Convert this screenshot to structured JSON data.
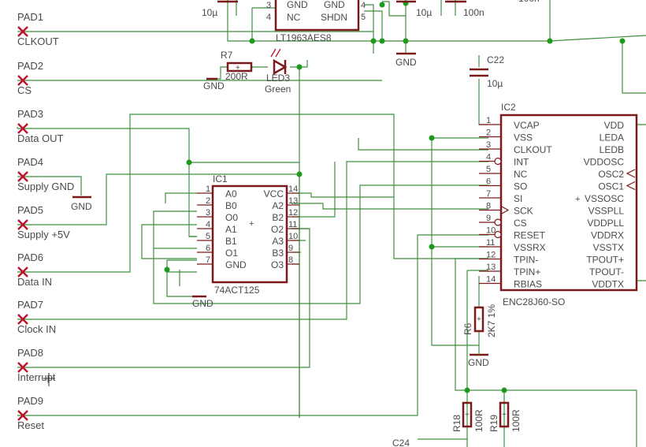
{
  "pads": [
    {
      "name": "PAD1",
      "label": "CLKOUT"
    },
    {
      "name": "PAD2",
      "label": "CS"
    },
    {
      "name": "PAD3",
      "label": "Data OUT"
    },
    {
      "name": "PAD4",
      "label": "Supply GND"
    },
    {
      "name": "PAD5",
      "label": "Supply +5V"
    },
    {
      "name": "PAD6",
      "label": "Data IN"
    },
    {
      "name": "PAD7",
      "label": "Clock IN"
    },
    {
      "name": "PAD8",
      "label": "Interrupt"
    },
    {
      "name": "PAD9",
      "label": "Reset"
    }
  ],
  "top": {
    "cap_left_value": "10µ",
    "reg_pins": [
      "3",
      "4"
    ],
    "reg_pins_right": [
      "4",
      "5"
    ],
    "reg_labels": [
      "GND",
      "NC",
      "GND",
      "SHDN"
    ],
    "reg_name": "LT1963AES8",
    "cap_mid_value": "10µ",
    "cap_right_value": "100n",
    "gnd": "GND",
    "top_value": "100n"
  },
  "r7": {
    "name": "R7",
    "value": "200R",
    "gnd": "GND"
  },
  "led3": {
    "name": "LED3",
    "color": "Green"
  },
  "c22": {
    "name": "C22",
    "value": "10µ"
  },
  "ic1": {
    "ref": "IC1",
    "part": "74ACT125",
    "gnd": "GND",
    "left_pins": [
      {
        "num": "1",
        "label": "A0"
      },
      {
        "num": "2",
        "label": "B0"
      },
      {
        "num": "3",
        "label": "O0"
      },
      {
        "num": "4",
        "label": "A1"
      },
      {
        "num": "5",
        "label": "B1"
      },
      {
        "num": "6",
        "label": "O1"
      },
      {
        "num": "7",
        "label": "GND"
      }
    ],
    "right_pins": [
      {
        "num": "14",
        "label": "VCC"
      },
      {
        "num": "13",
        "label": "A2"
      },
      {
        "num": "12",
        "label": "B2"
      },
      {
        "num": "11",
        "label": "O2"
      },
      {
        "num": "10",
        "label": "A3"
      },
      {
        "num": "9",
        "label": "B3"
      },
      {
        "num": "8",
        "label": "O3"
      }
    ]
  },
  "ic2": {
    "ref": "IC2",
    "part": "ENC28J60-SO",
    "left_pins": [
      {
        "num": "1",
        "label": "VCAP"
      },
      {
        "num": "2",
        "label": "VSS"
      },
      {
        "num": "3",
        "label": "CLKOUT"
      },
      {
        "num": "4",
        "label": "INT"
      },
      {
        "num": "5",
        "label": "NC"
      },
      {
        "num": "6",
        "label": "SO"
      },
      {
        "num": "7",
        "label": "SI"
      },
      {
        "num": "8",
        "label": "SCK"
      },
      {
        "num": "9",
        "label": "CS"
      },
      {
        "num": "10",
        "label": "RESET"
      },
      {
        "num": "11",
        "label": "VSSRX"
      },
      {
        "num": "12",
        "label": "TPIN-"
      },
      {
        "num": "13",
        "label": "TPIN+"
      },
      {
        "num": "14",
        "label": "RBIAS"
      }
    ],
    "right_pins": [
      "VDD",
      "LEDA",
      "LEDB",
      "VDDOSC",
      "OSC2",
      "OSC1",
      "VSSOSC",
      "VSSPLL",
      "VDDPLL",
      "VDDRX",
      "VSSTX",
      "TPOUT+",
      "TPOUT-",
      "VDDTX"
    ]
  },
  "r6": {
    "name": "R6",
    "value": "2K7 1%",
    "gnd": "GND"
  },
  "r18": {
    "name": "R18",
    "value": "100R"
  },
  "r19": {
    "name": "R19",
    "value": "100R"
  },
  "c24": {
    "name": "C24"
  },
  "gnd_labels": [
    "GND",
    "GND"
  ]
}
